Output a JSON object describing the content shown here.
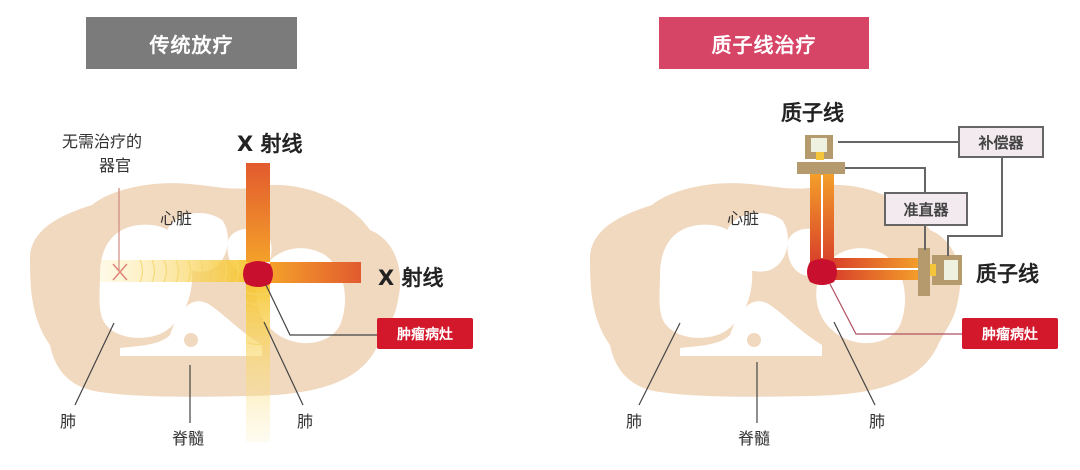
{
  "left_panel": {
    "title": "传统放疗",
    "title_color": "#7b7b7b",
    "labels": {
      "organ_no_treatment_line1": "无需治疗的",
      "organ_no_treatment_line2": "器官",
      "heart": "心脏",
      "xray_top": "X 射线",
      "xray_right": "X 射线",
      "tumor": "肿瘤病灶",
      "lung_left": "肺",
      "lung_right": "肺",
      "spine": "脊髓"
    }
  },
  "right_panel": {
    "title": "质子线治疗",
    "title_color": "#d64466",
    "labels": {
      "proton_top": "质子线",
      "proton_right": "质子线",
      "compensator": "补偿器",
      "collimator": "准直器",
      "heart": "心脏",
      "tumor": "肿瘤病灶",
      "lung_left": "肺",
      "lung_right": "肺",
      "spine": "脊髓"
    }
  },
  "colors": {
    "body": "#f1d9c0",
    "beam_dark": "#e05a2c",
    "beam_light": "#f6b52a",
    "tumor": "#c8102e",
    "tumor_label": "#d3182c",
    "device": "#b59a6e"
  }
}
